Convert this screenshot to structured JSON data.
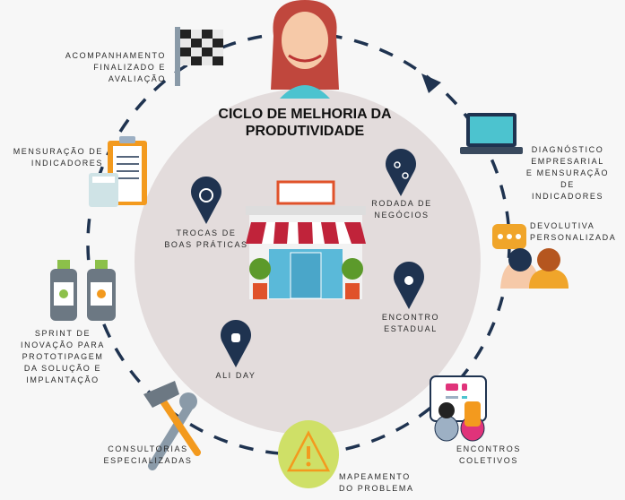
{
  "title": "CICLO DE MELHORIA DA\nPRODUTIVIDADE",
  "outer_steps": [
    {
      "label": "ACOMPANHAMENTO\nFINALIZADO E\nAVALIAÇÃO",
      "icon": "checkered-flag-icon"
    },
    {
      "label": "DIAGNÓSTICO\nEMPRESARIAL\nE MENSURAÇÃO DE\nINDICADORES",
      "icon": "laptop-icon"
    },
    {
      "label": "DEVOLUTIVA\nPERSONALIZADA",
      "icon": "chat-people-icon"
    },
    {
      "label": "ENCONTROS\nCOLETIVOS",
      "icon": "board-people-icon"
    },
    {
      "label": "MAPEAMENTO\nDO PROBLEMA",
      "icon": "warning-icon"
    },
    {
      "label": "CONSULTORIAS\nESPECIALIZADAS",
      "icon": "tools-icon"
    },
    {
      "label": "SPRINT DE\nINOVAÇÃO PARA\nPROTOTIPAGEM\nDA SOLUÇÃO E\nIMPLANTAÇÃO",
      "icon": "bottles-icon"
    },
    {
      "label": "MENSURAÇÃO DE\nINDICADORES",
      "icon": "clipboard-calculator-icon"
    }
  ],
  "inner_items": [
    {
      "label": "TROCAS DE\nBOAS PRÁTICAS",
      "icon": "whatsapp-pin-icon"
    },
    {
      "label": "RODADA DE\nNEGÓCIOS",
      "icon": "people-pin-icon"
    },
    {
      "label": "ENCONTRO\nESTADUAL",
      "icon": "pin-icon"
    },
    {
      "label": "ALI DAY",
      "icon": "hands-pin-icon"
    }
  ],
  "colors": {
    "ring": "#1f3350",
    "inner_circle": "#e3dcdc",
    "pin": "#1f3350",
    "orange": "#f39a1e",
    "lime": "#cfe067"
  }
}
